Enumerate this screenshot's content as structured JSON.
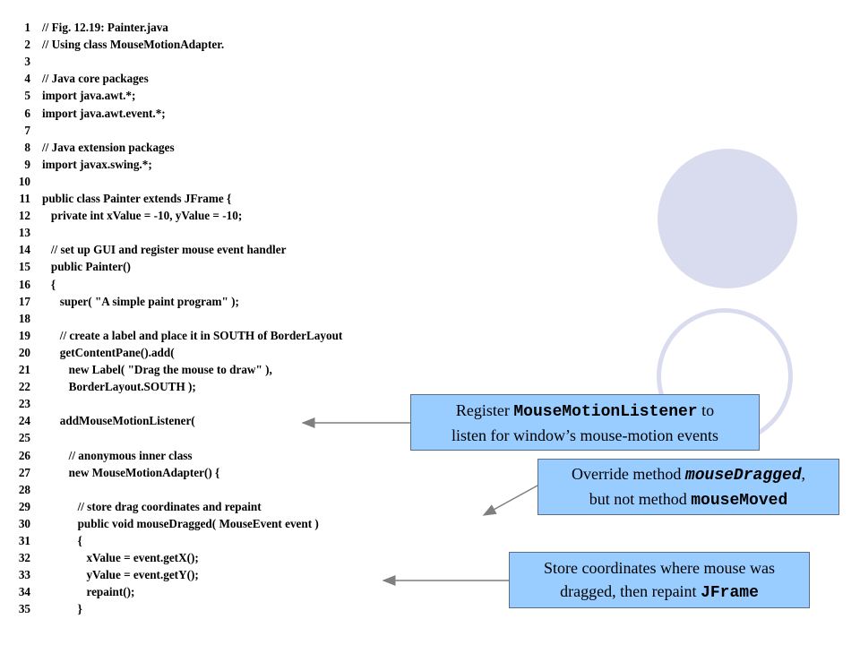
{
  "code_lines": [
    {
      "num": "1",
      "text": "// Fig. 12.19: Painter.java"
    },
    {
      "num": "2",
      "text": "// Using class MouseMotionAdapter."
    },
    {
      "num": "3",
      "text": ""
    },
    {
      "num": "4",
      "text": "// Java core packages"
    },
    {
      "num": "5",
      "text": "import java.awt.*;"
    },
    {
      "num": "6",
      "text": "import java.awt.event.*;"
    },
    {
      "num": "7",
      "text": ""
    },
    {
      "num": "8",
      "text": "// Java extension packages"
    },
    {
      "num": "9",
      "text": "import javax.swing.*;"
    },
    {
      "num": "10",
      "text": ""
    },
    {
      "num": "11",
      "text": "public class Painter extends JFrame {"
    },
    {
      "num": "12",
      "text": "   private int xValue = -10, yValue = -10;"
    },
    {
      "num": "13",
      "text": ""
    },
    {
      "num": "14",
      "text": "   // set up GUI and register mouse event handler"
    },
    {
      "num": "15",
      "text": "   public Painter()"
    },
    {
      "num": "16",
      "text": "   {"
    },
    {
      "num": "17",
      "text": "      super( \"A simple paint program\" );"
    },
    {
      "num": "18",
      "text": ""
    },
    {
      "num": "19",
      "text": "      // create a label and place it in SOUTH of BorderLayout"
    },
    {
      "num": "20",
      "text": "      getContentPane().add("
    },
    {
      "num": "21",
      "text": "         new Label( \"Drag the mouse to draw\" ),"
    },
    {
      "num": "22",
      "text": "         BorderLayout.SOUTH );"
    },
    {
      "num": "23",
      "text": ""
    },
    {
      "num": "24",
      "text": "      addMouseMotionListener("
    },
    {
      "num": "25",
      "text": ""
    },
    {
      "num": "26",
      "text": "         // anonymous inner class"
    },
    {
      "num": "27",
      "text": "         new MouseMotionAdapter() {"
    },
    {
      "num": "28",
      "text": ""
    },
    {
      "num": "29",
      "text": "            // store drag coordinates and repaint"
    },
    {
      "num": "30",
      "text": "            public void mouseDragged( MouseEvent event )"
    },
    {
      "num": "31",
      "text": "            {"
    },
    {
      "num": "32",
      "text": "               xValue = event.getX();"
    },
    {
      "num": "33",
      "text": "               yValue = event.getY();"
    },
    {
      "num": "34",
      "text": "               repaint();"
    },
    {
      "num": "35",
      "text": "            }"
    }
  ],
  "callouts": {
    "register": {
      "line1_pre": "Register ",
      "line1_code": "MouseMotionListener",
      "line1_post": " to",
      "line2": "listen for window’s mouse-motion events"
    },
    "override": {
      "line1_pre": "Override method ",
      "line1_code": "mouseDragged",
      "line1_post": ",",
      "line2_pre": "but not method ",
      "line2_code": "mouseMoved"
    },
    "store": {
      "line1": "Store coordinates where mouse was",
      "line2_pre": "dragged, then repaint ",
      "line2_code": "JFrame"
    }
  },
  "colors": {
    "callout_bg": "#99ccff",
    "circle": "#d9dcef"
  }
}
